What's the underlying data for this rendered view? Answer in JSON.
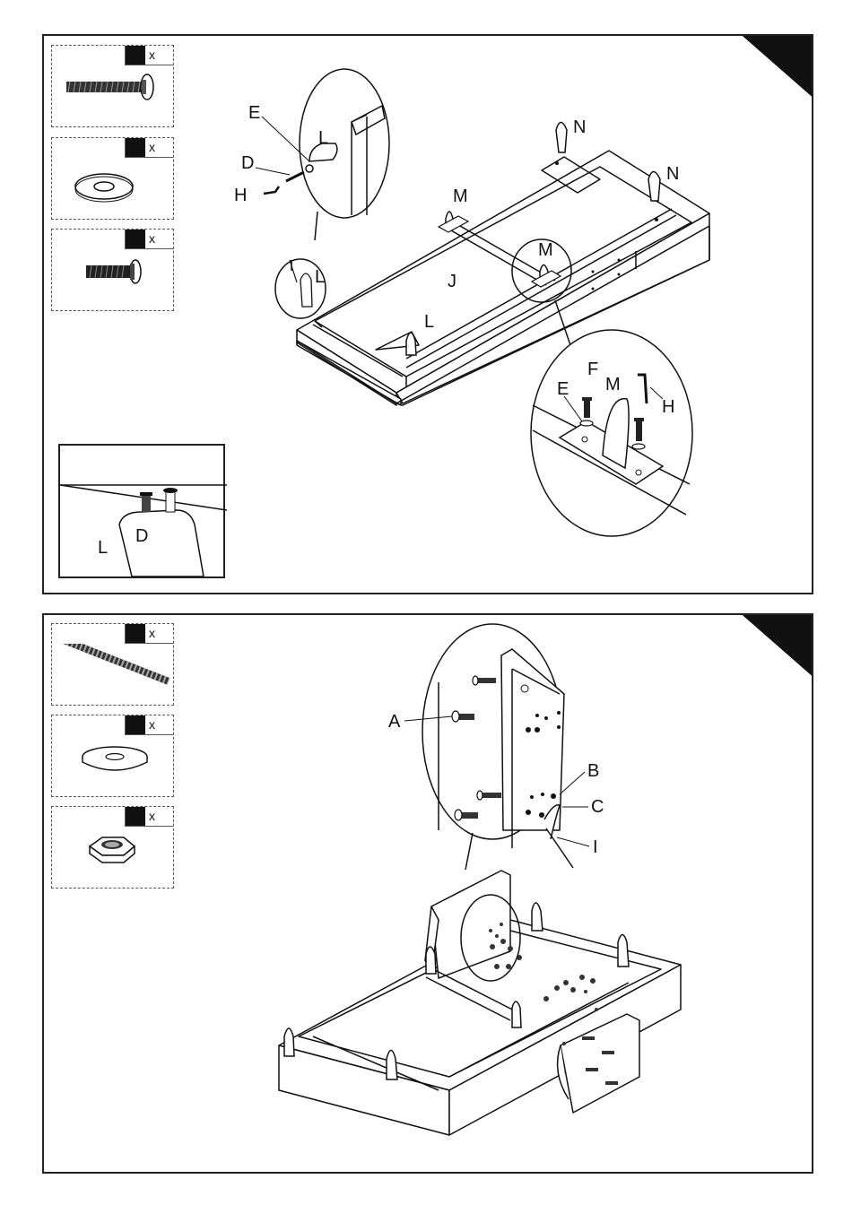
{
  "step1": {
    "parts": [
      {
        "icon": "long-bolt-icon",
        "qty_mark": "x"
      },
      {
        "icon": "washer-icon",
        "qty_mark": "x"
      },
      {
        "icon": "short-bolt-icon",
        "qty_mark": "x"
      }
    ],
    "labels": {
      "E": "E",
      "D": "D",
      "H": "H",
      "L": "L",
      "M": "M",
      "N": "N",
      "J": "J",
      "F": "F"
    },
    "detail_labels": {
      "D": "D",
      "L": "L"
    }
  },
  "step2": {
    "parts": [
      {
        "icon": "threaded-rod-icon",
        "qty_mark": "x"
      },
      {
        "icon": "flat-washer-icon",
        "qty_mark": "x"
      },
      {
        "icon": "hex-nut-icon",
        "qty_mark": "x"
      }
    ],
    "labels": {
      "A": "A",
      "B": "B",
      "C": "C",
      "I": "I"
    }
  }
}
